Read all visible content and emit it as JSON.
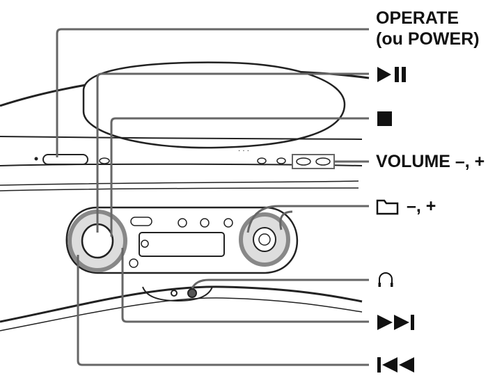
{
  "labels": {
    "operate_line1": "OPERATE",
    "operate_line2": "(ou POWER)",
    "volume": "VOLUME –, +",
    "folder_suffix": "–, +"
  },
  "icons": {
    "play_pause": "play-pause-icon",
    "stop": "stop-icon",
    "folder": "folder-icon",
    "headphones": "headphones-icon",
    "next": "next-track-icon",
    "previous": "previous-track-icon"
  },
  "colors": {
    "line": "#666666",
    "outline": "#2a2a2a",
    "text": "#111111"
  }
}
